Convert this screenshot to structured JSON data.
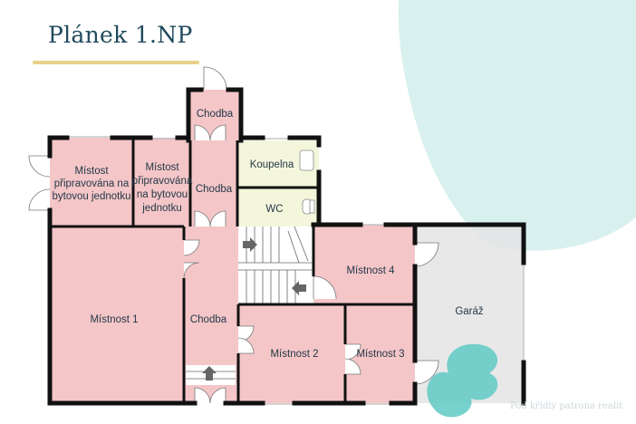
{
  "title": "Plánek 1.NP",
  "colors": {
    "title": "#1f4a5c",
    "accent_underline": "#e8d28a",
    "room_pink": "#f4c6c8",
    "room_green": "#f4f6dc",
    "room_gray": "#e4e4e4",
    "wall": "#111111",
    "decor_teal": "#d9f1ee"
  },
  "rooms": {
    "chodba_top": "Chodba",
    "mistost_left_1": "Místost",
    "mistost_left_2": "připravována na",
    "mistost_left_3": "bytovou jednotku",
    "mistost_mid_1": "Místost",
    "mistost_mid_2": "připravována",
    "mistost_mid_3": "na bytovou",
    "mistost_mid_4": "jednotku",
    "chodba_mid": "Chodba",
    "koupelna": "Koupelna",
    "wc": "WC",
    "mistnost_4": "Místnost 4",
    "mistnost_1": "Místnost 1",
    "chodba_main": "Chodba",
    "mistnost_2": "Místnost 2",
    "mistnost_3": "Místnost 3",
    "garaz": "Garáž"
  },
  "watermark": {
    "text": "Pod křídly patrona realit"
  },
  "icons": [
    "stairs-arrow-icon",
    "logo-mark-icon"
  ]
}
